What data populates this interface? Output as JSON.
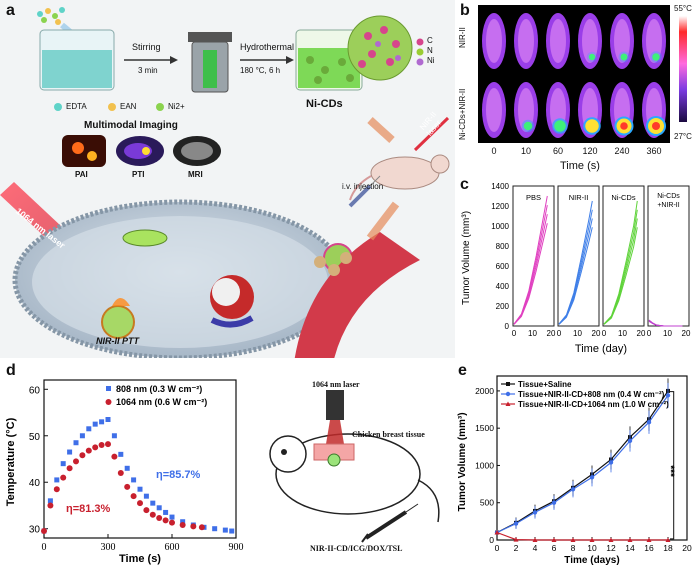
{
  "panel_a": {
    "letter": "a",
    "steps": {
      "stirring": "Stirring",
      "stir_time": "3 min",
      "hydrothermal": "Hydrothermal",
      "hydro_cond": "180 °C, 6 h",
      "product": "Ni-CDs"
    },
    "reagents": [
      "EDTA",
      "EAN",
      "Ni2+"
    ],
    "atom_legend": [
      {
        "label": "C",
        "color": "#d6458c"
      },
      {
        "label": "N",
        "color": "#9acd32"
      },
      {
        "label": "Ni",
        "color": "#b06ad0"
      }
    ],
    "imaging_title": "Multimodal Imaging",
    "imaging_modes": [
      "PAI",
      "PTI",
      "MRI"
    ],
    "laser_label": "1064 nm laser",
    "nir_laser": "NIR-II laser",
    "injection": "i.v. injection",
    "ptt_label": "NIR-II PTT"
  },
  "panel_b": {
    "letter": "b",
    "row_labels": [
      "NIR-II",
      "Ni-CDs+NIR-II"
    ],
    "times": [
      "0",
      "10",
      "60",
      "120",
      "240",
      "360"
    ],
    "xlabel": "Time (s)",
    "temp_max": "55°C",
    "temp_min": "27°C",
    "spot_intensity_row1": [
      0,
      0,
      0,
      0.05,
      0.1,
      0.15
    ],
    "spot_intensity_row2": [
      0,
      0.25,
      0.55,
      0.75,
      0.9,
      1.0
    ]
  },
  "panel_c": {
    "letter": "c",
    "ylabel": "Tumor Volume (mm³)",
    "xlabel": "Time (day)",
    "groups": [
      "PBS",
      "NIR-II",
      "Ni-CDs",
      "Ni-CDs +NIR-II"
    ],
    "y_ticks": [
      "0",
      "200",
      "400",
      "600",
      "800",
      "1000",
      "1200",
      "1400"
    ],
    "x_ticks": [
      "0",
      "10",
      "20"
    ]
  },
  "panel_d": {
    "letter": "d",
    "legend": [
      {
        "label": "808 nm (0.3 W cm⁻²)",
        "color": "#3f6fe8"
      },
      {
        "label": "1064 nm (0.6 W cm⁻²)",
        "color": "#c8202e"
      }
    ],
    "eta_808": "η=85.7%",
    "eta_1064": "η=81.3%",
    "xlabel": "Time (s)",
    "ylabel": "Temperature (°C)",
    "x_ticks": [
      "0",
      "300",
      "600",
      "900"
    ],
    "y_ticks": [
      "30",
      "40",
      "50",
      "60"
    ],
    "mouse_laser": "1064 nm laser",
    "mouse_tissue": "Chicken breast tissue",
    "mouse_agent": "NIR-II-CD/ICG/DOX/TSL"
  },
  "panel_e": {
    "letter": "e",
    "legend": [
      {
        "label": "Tissue+Saline",
        "color": "#111111"
      },
      {
        "label": "Tissue+NIR-II-CD+808 nm (0.4 W cm⁻²)",
        "color": "#3f6fe8"
      },
      {
        "label": "Tissue+NIR-II-CD+1064 nm (1.0 W cm⁻²)",
        "color": "#c8202e"
      }
    ],
    "xlabel": "Time (days)",
    "ylabel": "Tumor Volume (mm³)",
    "significance": "***",
    "x_ticks": [
      "0",
      "2",
      "4",
      "6",
      "8",
      "10",
      "12",
      "14",
      "16",
      "18",
      "20"
    ],
    "y_ticks": [
      "0",
      "500",
      "1000",
      "1500",
      "2000"
    ]
  },
  "chart_data": [
    {
      "type": "line",
      "xlabel": "Time (day)",
      "ylabel": "Tumor Volume (mm³)",
      "ylim": [
        0,
        1400
      ],
      "xlim": [
        0,
        20
      ],
      "series": [
        {
          "name": "PBS",
          "x": [
            0,
            4,
            8,
            12,
            16,
            18
          ],
          "values": [
            20,
            120,
            350,
            700,
            1100,
            1300
          ]
        },
        {
          "name": "NIR-II",
          "x": [
            0,
            4,
            8,
            12,
            16,
            18
          ],
          "values": [
            20,
            110,
            330,
            680,
            1050,
            1250
          ]
        },
        {
          "name": "Ni-CDs",
          "x": [
            0,
            4,
            8,
            12,
            16,
            18
          ],
          "values": [
            20,
            100,
            320,
            650,
            1000,
            1250
          ]
        },
        {
          "name": "Ni-CDs +NIR-II",
          "x": [
            0,
            2,
            4,
            8,
            12,
            16,
            18
          ],
          "values": [
            60,
            30,
            10,
            0,
            0,
            0,
            0
          ]
        }
      ]
    },
    {
      "type": "scatter",
      "xlabel": "Time (s)",
      "ylabel": "Temperature (°C)",
      "xlim": [
        0,
        900
      ],
      "ylim": [
        28,
        62
      ],
      "series": [
        {
          "name": "808 nm (0.3 W cm⁻²)",
          "x": [
            0,
            30,
            60,
            90,
            120,
            150,
            180,
            210,
            240,
            270,
            300,
            330,
            360,
            390,
            420,
            450,
            480,
            510,
            540,
            570,
            600,
            650,
            700,
            750,
            800,
            850,
            880
          ],
          "values": [
            29.5,
            36,
            40.5,
            44,
            46.5,
            48.5,
            50,
            51.5,
            52.5,
            53,
            53.5,
            50,
            46,
            43,
            40.5,
            38.5,
            37,
            35.5,
            34.5,
            33.5,
            32.5,
            31.5,
            30.8,
            30.3,
            30,
            29.7,
            29.5
          ]
        },
        {
          "name": "1064 nm (0.6 W cm⁻²)",
          "x": [
            0,
            30,
            60,
            90,
            120,
            150,
            180,
            210,
            240,
            270,
            300,
            330,
            360,
            390,
            420,
            450,
            480,
            510,
            540,
            570,
            600,
            650,
            700,
            740
          ],
          "values": [
            29.5,
            35,
            38.5,
            41,
            43,
            44.5,
            45.8,
            46.8,
            47.5,
            48,
            48.2,
            45.5,
            42,
            39,
            37,
            35.5,
            34,
            33,
            32.3,
            31.8,
            31.3,
            30.8,
            30.5,
            30.3
          ]
        }
      ]
    },
    {
      "type": "line",
      "xlabel": "Time (days)",
      "ylabel": "Tumor Volume (mm³)",
      "xlim": [
        0,
        20
      ],
      "ylim": [
        0,
        2200
      ],
      "series": [
        {
          "name": "Tissue+Saline",
          "x": [
            0,
            2,
            4,
            6,
            8,
            10,
            12,
            14,
            16,
            18
          ],
          "values": [
            100,
            230,
            390,
            520,
            700,
            880,
            1080,
            1380,
            1620,
            2000
          ]
        },
        {
          "name": "Tissue+NIR-II-CD+808 nm (0.4 W cm⁻²)",
          "x": [
            0,
            2,
            4,
            6,
            8,
            10,
            12,
            14,
            16,
            18
          ],
          "values": [
            100,
            220,
            370,
            500,
            680,
            840,
            1040,
            1330,
            1580,
            1940
          ]
        },
        {
          "name": "Tissue+NIR-II-CD+1064 nm (1.0 W cm⁻²)",
          "x": [
            0,
            2,
            4,
            6,
            8,
            10,
            12,
            14,
            16,
            18
          ],
          "values": [
            100,
            5,
            0,
            0,
            0,
            0,
            0,
            0,
            0,
            0
          ]
        }
      ]
    }
  ]
}
